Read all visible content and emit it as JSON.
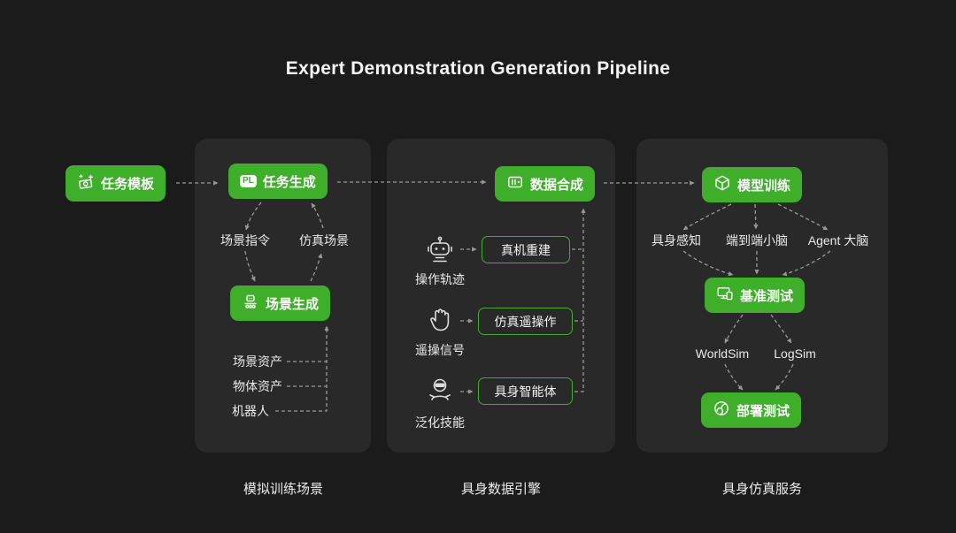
{
  "title": "Expert Demonstration Generation Pipeline",
  "colors": {
    "background": "#1b1b1b",
    "panel": "#292929",
    "accent_green": "#3eae2b",
    "connector": "#999999",
    "text_light": "#ececec"
  },
  "source": {
    "label": "任务模板",
    "icon": "money-sparkle-icon"
  },
  "nodes": {
    "task_generation": {
      "label": "任务生成",
      "badge": "PL"
    },
    "scene_generation": {
      "label": "场景生成",
      "icon": "scene-generation-icon"
    },
    "data_synthesis": {
      "label": "数据合成",
      "icon": "data-synthesis-icon"
    },
    "model_training": {
      "label": "模型训练",
      "icon": "cube-icon"
    },
    "benchmark_test": {
      "label": "基准测试",
      "icon": "devices-icon"
    },
    "deploy_test": {
      "label": "部署测试",
      "icon": "deploy-icon"
    }
  },
  "panel1": {
    "caption": "模拟训练场景",
    "labels": {
      "scene_instruction": "场景指令",
      "sim_scene": "仿真场景",
      "scene_assets": "场景资产",
      "object_assets": "物体资产",
      "robot": "机器人"
    }
  },
  "panel2": {
    "caption": "具身数据引擎",
    "rows": [
      {
        "icon": "robot-icon",
        "label": "操作轨迹",
        "box": "真机重建"
      },
      {
        "icon": "glove-icon",
        "label": "遥操信号",
        "box": "仿真遥操作"
      },
      {
        "icon": "vr-person-icon",
        "label": "泛化技能",
        "box": "具身智能体"
      }
    ]
  },
  "panel3": {
    "caption": "具身仿真服务",
    "row1": [
      "具身感知",
      "端到端小脑",
      "Agent 大脑"
    ],
    "row2": [
      "WorldSim",
      "LogSim"
    ]
  }
}
